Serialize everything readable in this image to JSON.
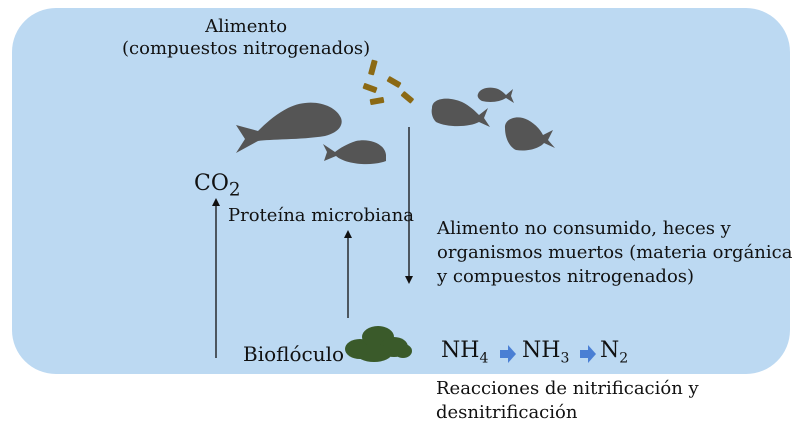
{
  "labels": {
    "food_line1": "Alimento",
    "food_line2": "(compuestos nitrogenados)",
    "co2_main": "CO",
    "co2_sub": "2",
    "protein": "Proteína microbiana",
    "uneaten_line1": "Alimento no consumido, heces y",
    "uneaten_line2": "organismos muertos (materia orgánica",
    "uneaten_line3": "y compuestos nitrogenados)",
    "biofloc": "Bioflóculo",
    "reactions_line1": "Reacciones de nitrificación y",
    "reactions_line2": "desnitrificación"
  },
  "chemistry": {
    "nh4_main": "NH",
    "nh4_sub": "4",
    "nh3_main": "NH",
    "nh3_sub": "3",
    "n2_main": "N",
    "n2_sub": "2"
  },
  "colors": {
    "water": "#bcd9f2",
    "fish": "#555555",
    "food_pellets": "#8b6914",
    "biofloc": "#3a5a2a",
    "chem_arrow": "#4a7fd4",
    "line_arrow": "#111111"
  },
  "icons": [
    "fish-icon",
    "food-pellet-icon",
    "biofloc-icon",
    "arrow-right-icon"
  ]
}
